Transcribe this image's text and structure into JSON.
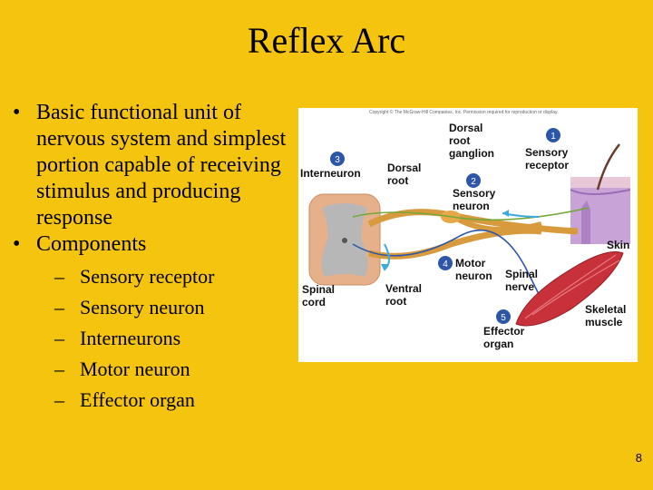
{
  "slide": {
    "title": "Reflex Arc",
    "page_number": "8"
  },
  "bullets": [
    {
      "mark": "•",
      "text": "Basic functional unit of nervous system and simplest portion capable of receiving stimulus and producing response"
    },
    {
      "mark": "•",
      "text": "Components"
    }
  ],
  "sub_bullets": [
    {
      "mark": "–",
      "text": "Sensory receptor"
    },
    {
      "mark": "–",
      "text": "Sensory neuron"
    },
    {
      "mark": "–",
      "text": "Interneurons"
    },
    {
      "mark": "–",
      "text": "Motor neuron"
    },
    {
      "mark": "–",
      "text": "Effector organ"
    }
  ],
  "figure": {
    "copyright": "Copyright © The McGraw-Hill Companies, Inc. Permission required for reproduction or display.",
    "labels": {
      "dorsal_root_ganglion": [
        "Dorsal",
        "root",
        "ganglion"
      ],
      "sensory_receptor": [
        "Sensory",
        "receptor"
      ],
      "interneuron": "Interneuron",
      "dorsal_root": [
        "Dorsal",
        "root"
      ],
      "sensory_neuron": [
        "Sensory",
        "neuron"
      ],
      "skin": "Skin",
      "motor_neuron": [
        "Motor",
        "neuron"
      ],
      "spinal_nerve": [
        "Spinal",
        "nerve"
      ],
      "spinal_cord": [
        "Spinal",
        "cord"
      ],
      "ventral_root": [
        "Ventral",
        "root"
      ],
      "skeletal_muscle": [
        "Skeletal",
        "muscle"
      ],
      "effector_organ": [
        "Effector",
        "organ"
      ]
    },
    "step_numbers": [
      "1",
      "2",
      "3",
      "4",
      "5"
    ],
    "colors": {
      "slide_background": "#F5C40F",
      "step_circle": "#2D56A8",
      "nerve": "#D79A3C",
      "spinal_cord": "#E6B08A",
      "gray_matter": "#B7B7B7",
      "muscle": "#C8313A",
      "skin": "#B58EC9",
      "arrow": "#3FA9E0"
    }
  }
}
